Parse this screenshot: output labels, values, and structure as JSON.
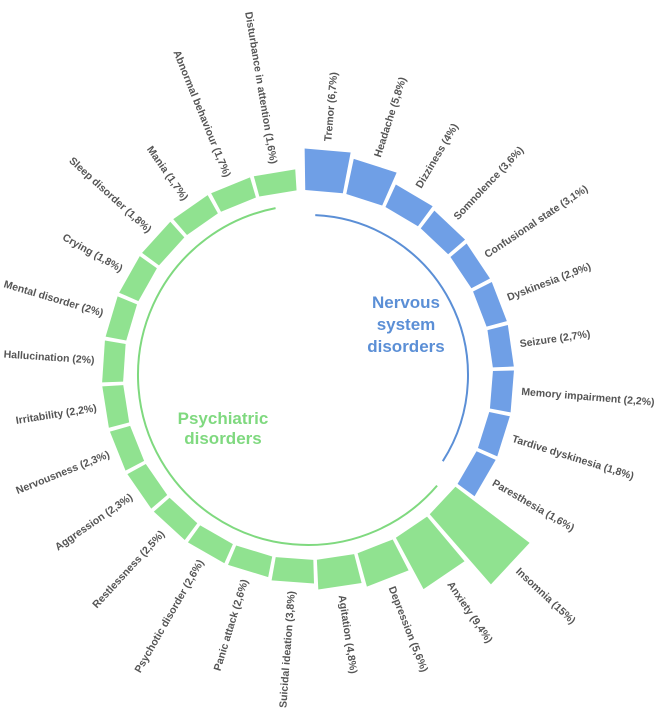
{
  "chart_data": {
    "type": "circular-bar",
    "groups": [
      {
        "name": "Nervous system disorders",
        "title_lines": [
          "Nervous",
          "system",
          "disorders"
        ],
        "color": "#6f9fe6",
        "arc_color": "#5b8fd6",
        "items": [
          {
            "label": "Tremor (6,7%)",
            "value": 6.7
          },
          {
            "label": "Headache (5,8%)",
            "value": 5.8
          },
          {
            "label": "Dizziness (4%)",
            "value": 4.0
          },
          {
            "label": "Somnolence (3,6%)",
            "value": 3.6
          },
          {
            "label": "Confusional state (3,1%)",
            "value": 3.1
          },
          {
            "label": "Dyskinesia (2,9%)",
            "value": 2.9
          },
          {
            "label": "Seizure (2,7%)",
            "value": 2.7
          },
          {
            "label": "Memory impairment (2,2%)",
            "value": 2.2
          },
          {
            "label": "Tardive dyskinesia (1,8%)",
            "value": 1.8
          },
          {
            "label": "Paresthesia (1,6%)",
            "value": 1.6
          }
        ]
      },
      {
        "name": "Psychiatric disorders",
        "title_lines": [
          "Psychiatric",
          "disorders"
        ],
        "color": "#90e290",
        "arc_color": "#7fd97f",
        "items": [
          {
            "label": "Insomnia (15%)",
            "value": 15.0
          },
          {
            "label": "Anxiety (9,4%)",
            "value": 9.4
          },
          {
            "label": "Depression (5,6%)",
            "value": 5.6
          },
          {
            "label": "Agitation (4,8%)",
            "value": 4.8
          },
          {
            "label": "Suicidal ideation (3,8%)",
            "value": 3.8
          },
          {
            "label": "Panic attack (2,6%)",
            "value": 2.6
          },
          {
            "label": "Psychotic disorder (2,6%)",
            "value": 2.6
          },
          {
            "label": "Restlessness (2,5%)",
            "value": 2.5
          },
          {
            "label": "Aggression (2,3%)",
            "value": 2.3
          },
          {
            "label": "Nervousness (2,3%)",
            "value": 2.3
          },
          {
            "label": "Irritability (2,2%)",
            "value": 2.2
          },
          {
            "label": "Hallucination (2%)",
            "value": 2.0
          },
          {
            "label": "Mental disorder (2%)",
            "value": 2.0
          },
          {
            "label": "Crying (1,8%)",
            "value": 1.8
          },
          {
            "label": "Sleep disorder (1,8%)",
            "value": 1.8
          },
          {
            "label": "Mania (1,7%)",
            "value": 1.7
          },
          {
            "label": "Abnormal behaviour (1,7%)",
            "value": 1.7
          },
          {
            "label": "Disturbance in attention (1,6%)",
            "value": 1.6
          }
        ]
      }
    ]
  }
}
